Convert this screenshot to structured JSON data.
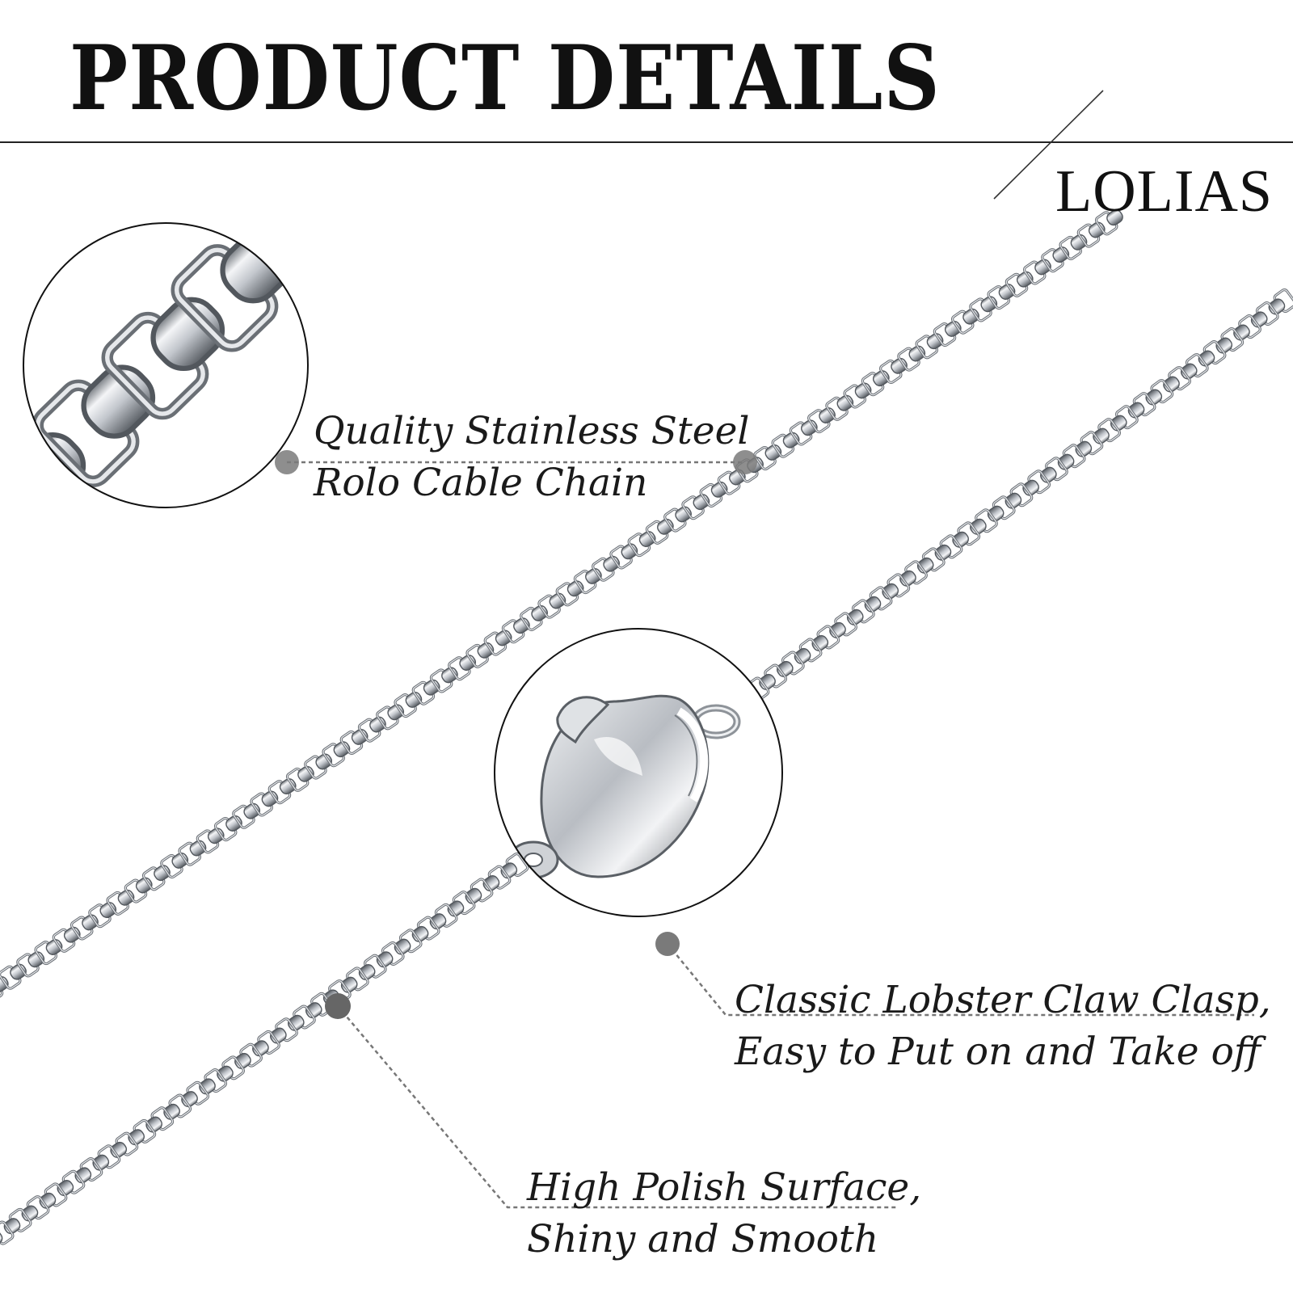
{
  "title": "PRODUCT DETAILS",
  "brand": "LOLIAS",
  "features": [
    {
      "line1": "Quality Stainless Steel",
      "line2": "Rolo Cable Chain"
    },
    {
      "line1": "Classic Lobster Claw Clasp,",
      "line2": "Easy to Put on and Take off"
    },
    {
      "line1": "High Polish Surface,",
      "line2": "Shiny and Smooth"
    }
  ],
  "colors": {
    "text": "#111111",
    "metal": "#c9ccd1",
    "metal_dark": "#5f646b",
    "marker": "#7a7a7a"
  }
}
